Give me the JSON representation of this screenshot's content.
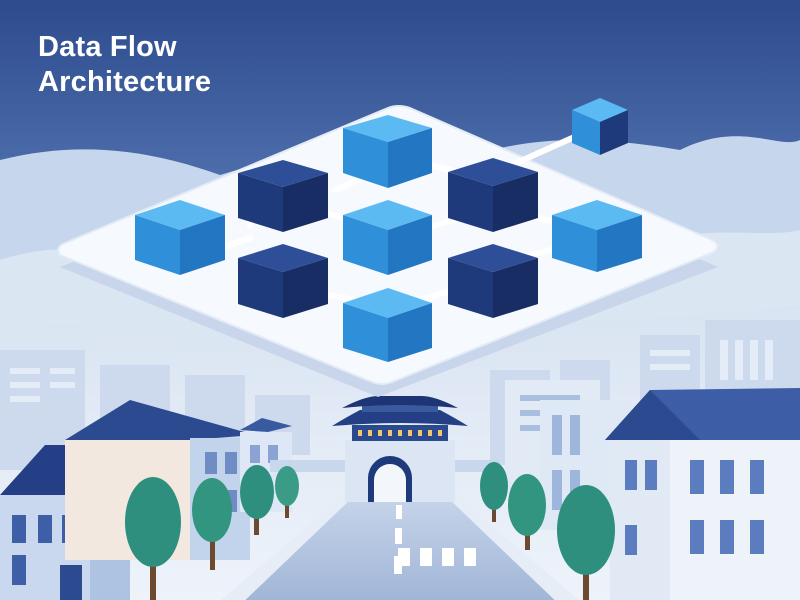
{
  "title": {
    "line1": "Data Flow",
    "line2": "Architecture"
  },
  "colors": {
    "sky_top": "#2d4b8e",
    "sky_bottom": "#a9bfe0",
    "cloud": "#dbe6f3",
    "platform": "#f6f9fd",
    "node_light": "#3aa0e8",
    "node_dark": "#213f86",
    "connector": "#ffffff",
    "tree": "#2e8f7f",
    "roof": "#2c4a8f"
  },
  "nodes": [
    {
      "id": "n1",
      "style": "light"
    },
    {
      "id": "n2",
      "style": "dark"
    },
    {
      "id": "n3",
      "style": "light"
    },
    {
      "id": "n4",
      "style": "dark"
    },
    {
      "id": "n5",
      "style": "light"
    },
    {
      "id": "n6",
      "style": "dark"
    },
    {
      "id": "n7",
      "style": "light"
    },
    {
      "id": "n8",
      "style": "dark"
    },
    {
      "id": "n9",
      "style": "dark"
    },
    {
      "id": "n10",
      "style": "light"
    },
    {
      "id": "n11",
      "style": "light"
    }
  ],
  "icons": {
    "gate": "city-gate-icon",
    "tree": "tree-icon",
    "building": "building-icon"
  }
}
